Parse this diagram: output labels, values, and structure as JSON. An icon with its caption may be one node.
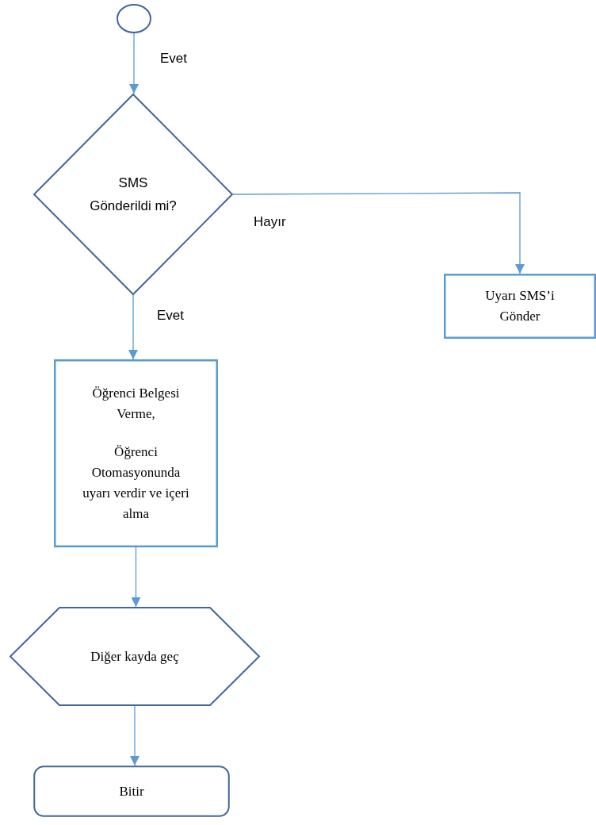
{
  "diagram": {
    "nodes": [
      {
        "text": [],
        "shape": "circle"
      },
      {
        "text": [
          "SMS Gönderildi mi?"
        ]
      },
      {
        "text": [
          "Uyarı SMS’i Gönder"
        ]
      },
      {
        "text": [
          "Öğrenci Belgesi Verme,",
          "Öğrenci Otomasyonunda uyarı verdir ve içeri alma"
        ]
      },
      {
        "text": [
          "Diğer kayda geç"
        ]
      },
      {
        "text": [
          "Bitir"
        ]
      }
    ],
    "edges": [
      {
        "from": 0,
        "to": 1,
        "arrow": "to",
        "label": "Evet"
      },
      {
        "from": 1,
        "to": 2,
        "arrow": "to",
        "label": "Hayır"
      },
      {
        "from": 1,
        "to": 3,
        "arrow": "to",
        "label": "Evet"
      },
      {
        "from": 3,
        "to": 4,
        "arrow": "to"
      },
      {
        "from": 4,
        "to": 5,
        "arrow": "to"
      }
    ]
  }
}
